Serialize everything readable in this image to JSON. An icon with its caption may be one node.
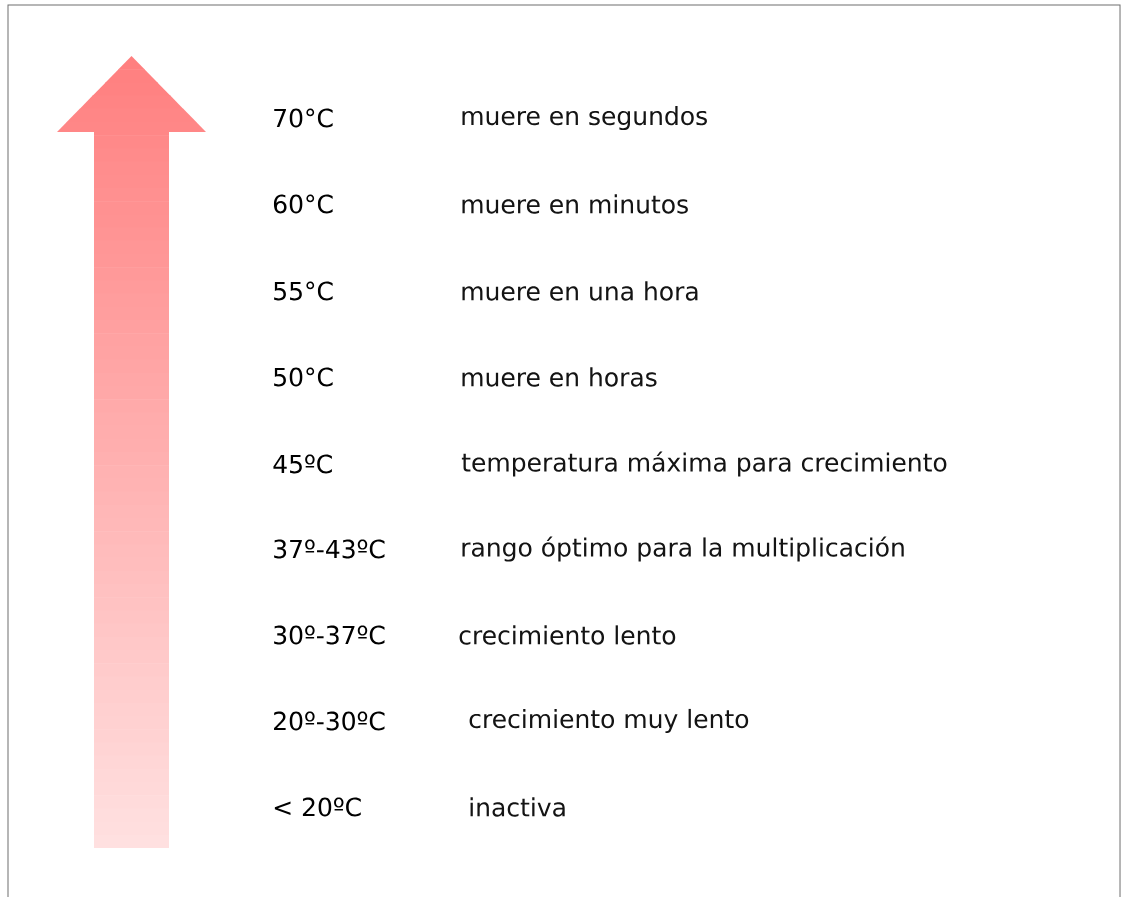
{
  "diagram": {
    "labels": [
      "70°C",
      "muere en segundos",
      "60°C",
      "muere en minutos",
      "55°C",
      "muere en una hora",
      "50°C",
      "muere en horas",
      "45ºC",
      "temperatura máxima para crecimiento",
      "37º-43ºC",
      "rango óptimo para la multiplicación",
      "30º-37ºC",
      "crecimiento lento",
      "20º-30ºC",
      "crecimiento muy lento",
      "< 20ºC",
      "inactiva"
    ]
  }
}
